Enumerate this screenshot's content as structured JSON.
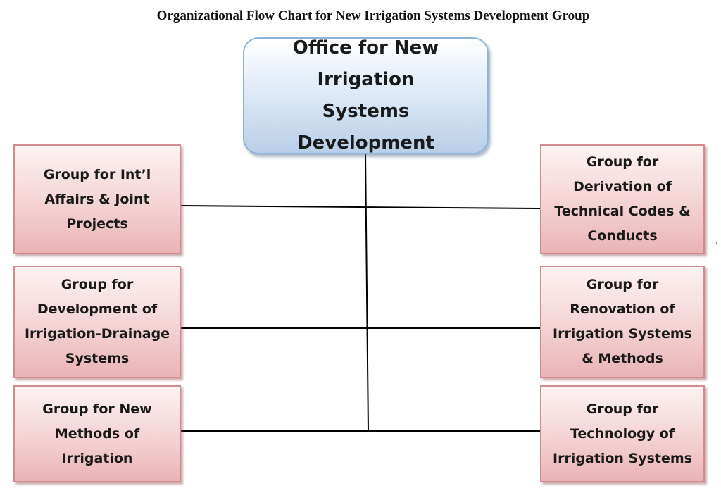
{
  "title": "Organizational Flow Chart for New Irrigation Systems Development Group",
  "root": {
    "label": "Office for New\nIrrigation Systems\nDevelopment"
  },
  "groups": {
    "left": [
      {
        "label": "Group for Int’l\nAffairs & Joint\nProjects"
      },
      {
        "label": "Group for\nDevelopment of\nIrrigation-Drainage\nSystems"
      },
      {
        "label": "Group for New\nMethods of\nIrrigation"
      }
    ],
    "right": [
      {
        "label": "Group for\nDerivation of\nTechnical Codes &\nConducts"
      },
      {
        "label": "Group for\nRenovation of\nIrrigation Systems\n& Methods"
      },
      {
        "label": "Group for\nTechnology of\nIrrigation Systems"
      }
    ]
  },
  "colors": {
    "root_fill": "#b8cfe8",
    "root_border": "#8fb3d9",
    "group_fill": "#eab3b6",
    "group_border": "#d48b8f",
    "connector": "#000000"
  },
  "stray_mark": "'"
}
